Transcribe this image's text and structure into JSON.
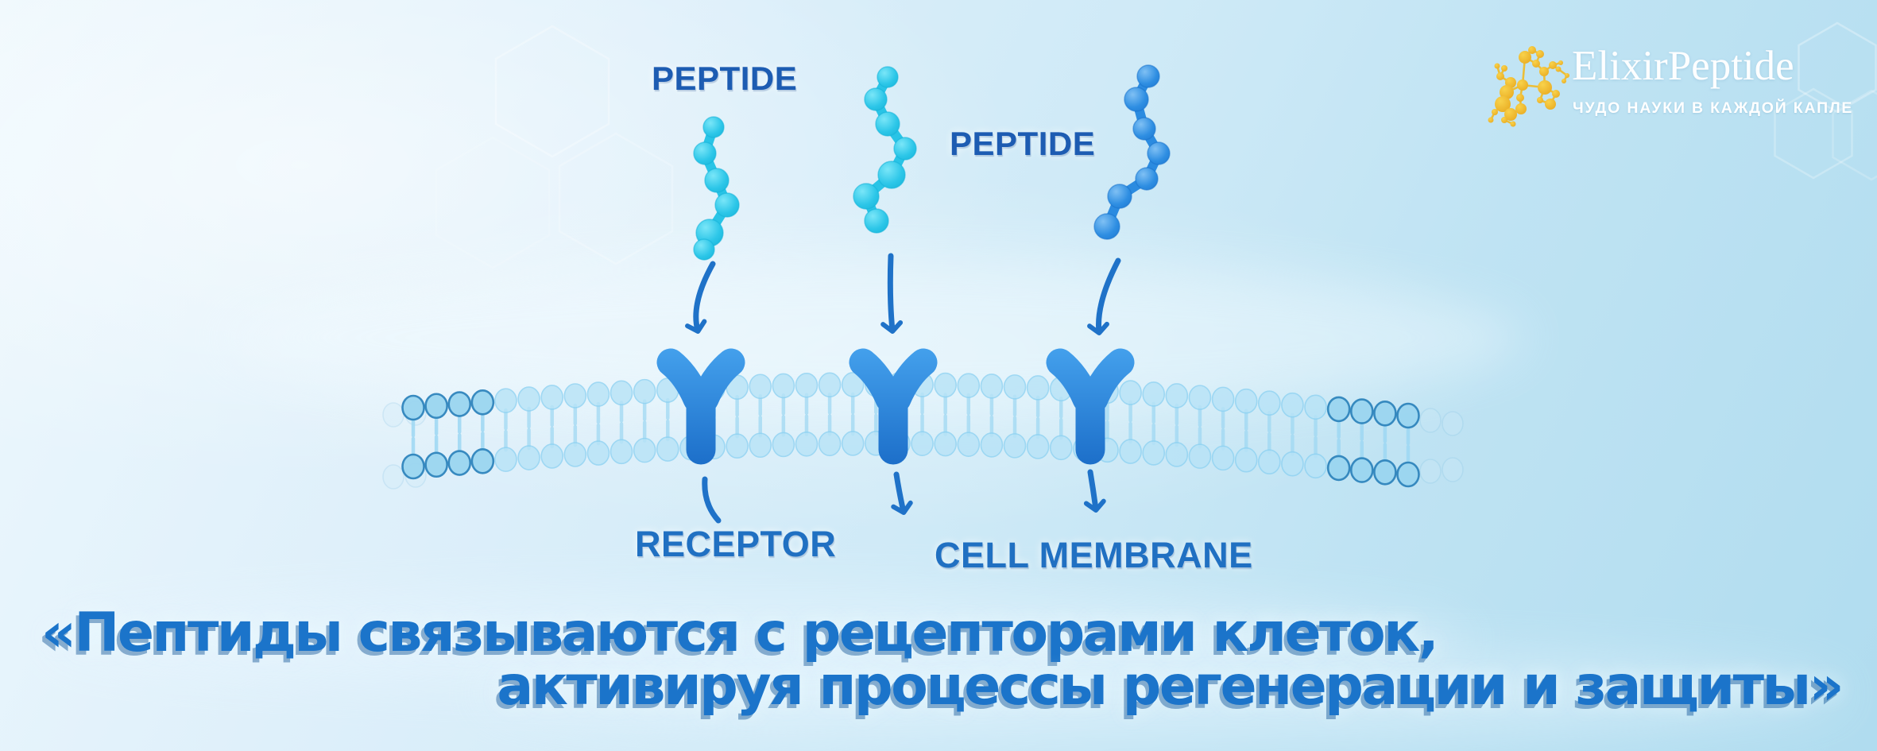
{
  "brand": {
    "name": "ElixirPeptide",
    "tagline": "ЧУДО НАУКИ В КАЖДОЙ КАПЛЕ"
  },
  "diagram": {
    "peptide_label_left": "PEPTIDE",
    "peptide_label_right": "PEPTIDE",
    "receptor_label": "RECEPTOR",
    "membrane_label": "CELL MEMBRANE"
  },
  "quote": {
    "line1": "«Пептиды связываются с рецепторами клеток,",
    "line2": "активируя процессы регенерации и защиты»"
  },
  "palette": {
    "label_blue": "#1d5cb2",
    "caption_blue": "#2070c2",
    "quote_blue": "#1b74ca",
    "arrow_blue": "#1f72c8",
    "receptor_top": "#46a3ee",
    "receptor_bottom": "#1b6dc8",
    "peptide_cyan": "#29c4e6",
    "peptide_dark_cyan": "#14b2d8",
    "peptide_blue": "#2b8be0",
    "peptide_dark_blue": "#1a72cc",
    "membrane_fill": "#b7e3f7",
    "membrane_stroke": "#8ed2f2",
    "membrane_edge_fill": "#9bd6f0",
    "membrane_edge_stroke": "#2f85bd",
    "membrane_tail": "#9ed8f3",
    "logo_gold": "#eebd2e",
    "background_top": "#eef8fd",
    "background_bottom": "#b0dcef"
  }
}
